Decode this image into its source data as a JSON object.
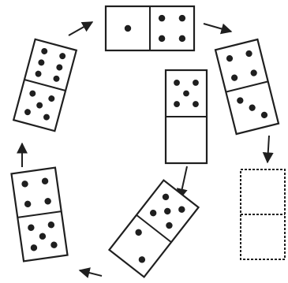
{
  "dominoes": [
    {
      "id": "top",
      "halves": [
        4,
        1
      ],
      "blank": false
    },
    {
      "id": "upper-right",
      "halves": [
        4,
        3
      ],
      "blank": false
    },
    {
      "id": "missing-bottom-right",
      "halves": [
        null,
        null
      ],
      "blank": true
    },
    {
      "id": "bottom-center",
      "halves": [
        5,
        2
      ],
      "blank": false
    },
    {
      "id": "bottom-left",
      "halves": [
        4,
        5
      ],
      "blank": false
    },
    {
      "id": "upper-left",
      "halves": [
        6,
        5
      ],
      "blank": false
    },
    {
      "id": "center",
      "halves": [
        5,
        0
      ],
      "blank": false
    }
  ],
  "arrows": [
    {
      "id": "top-to-upper-right",
      "from": "top",
      "to": "upper-right"
    },
    {
      "id": "upper-right-to-missing",
      "from": "upper-right",
      "to": "missing-bottom-right"
    },
    {
      "id": "center-to-bottom-center",
      "from": "center",
      "to": "bottom-center"
    },
    {
      "id": "bottom-center-to-bottom-left",
      "from": "bottom-center",
      "to": "bottom-left"
    },
    {
      "id": "bottom-left-to-upper-left",
      "from": "bottom-left",
      "to": "upper-left"
    },
    {
      "id": "upper-left-to-top",
      "from": "upper-left",
      "to": "top"
    }
  ],
  "colors": {
    "ink": "#1f1f1f",
    "face": "#ffffff",
    "background": "#ffffff"
  }
}
